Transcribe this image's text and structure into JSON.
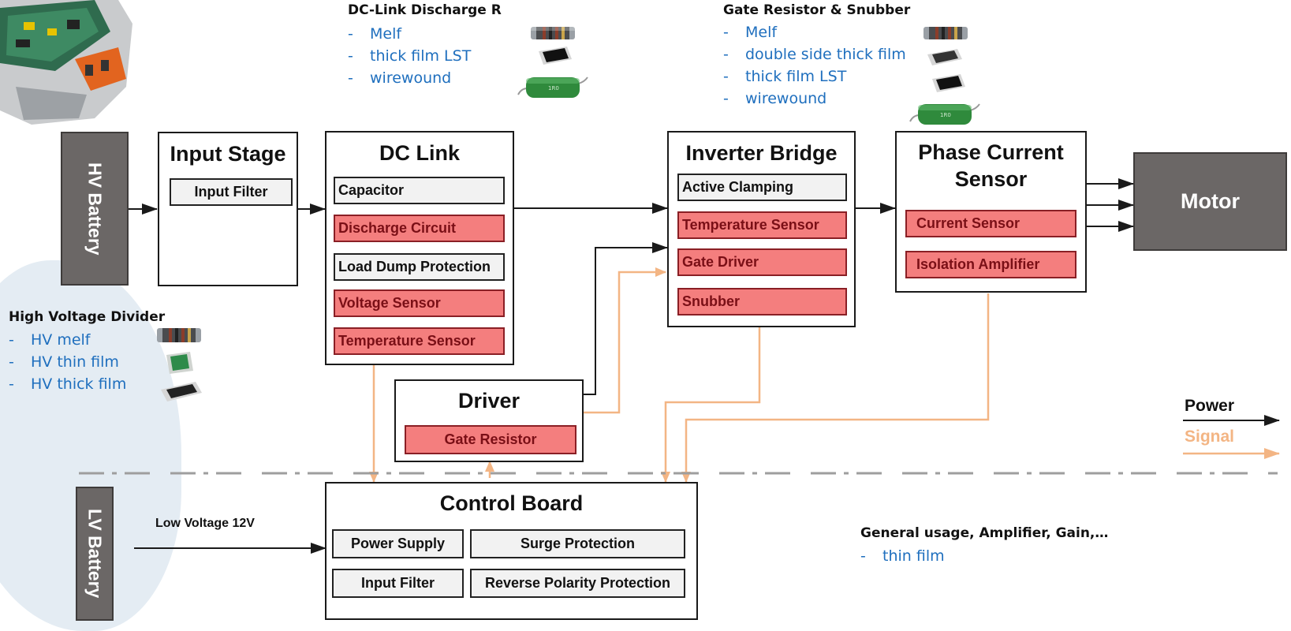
{
  "batteries": {
    "hv": "HV Battery",
    "lv": "LV Battery"
  },
  "motor": "Motor",
  "blocks": {
    "input_stage": {
      "title": "Input Stage",
      "items": [
        "Input Filter"
      ]
    },
    "dc_link": {
      "title": "DC Link",
      "items": [
        "Capacitor",
        "Discharge Circuit",
        "Load Dump Protection",
        "Voltage Sensor",
        "Temperature Sensor"
      ]
    },
    "inverter_bridge": {
      "title": "Inverter Bridge",
      "items": [
        "Active Clamping",
        "Temperature Sensor",
        "Gate Driver",
        "Snubber"
      ]
    },
    "phase_current_sensor": {
      "title_line1": "Phase Current",
      "title_line2": "Sensor",
      "items": [
        "Current Sensor",
        "Isolation Amplifier"
      ]
    },
    "driver": {
      "title": "Driver",
      "items": [
        "Gate Resistor"
      ]
    },
    "control_board": {
      "title": "Control Board",
      "items": [
        "Power Supply",
        "Surge Protection",
        "Input Filter",
        "Reverse Polarity Protection"
      ]
    }
  },
  "low_voltage_label": "Low Voltage 12V",
  "legend": {
    "power": "Power",
    "signal": "Signal"
  },
  "callouts": {
    "dc_link_discharge": {
      "title": "DC-Link Discharge R",
      "items": [
        "Melf",
        "thick film LST",
        "wirewound"
      ]
    },
    "gate_resistor_snubber": {
      "title": "Gate Resistor & Snubber",
      "items": [
        "Melf",
        "double side thick film",
        "thick film LST",
        "wirewound"
      ]
    },
    "hv_divider": {
      "title": "High Voltage Divider",
      "items": [
        "HV melf",
        "HV thin film",
        "HV thick film"
      ]
    },
    "general_usage": {
      "title": "General usage, Amplifier, Gain,…",
      "items": [
        "thin film"
      ]
    }
  },
  "colors": {
    "power_line": "#1a1a1a",
    "signal_line": "#f3b584",
    "red_component": "#f47e7e",
    "grey_block": "#6b6766",
    "callout_text": "#1f6fbe",
    "bg_blob": "#e4ecf3"
  },
  "icons": [
    "melf-resistor-icon",
    "chip-resistor-icon",
    "wirewound-resistor-icon",
    "thin-film-chip-icon",
    "inverter-module-photo"
  ]
}
